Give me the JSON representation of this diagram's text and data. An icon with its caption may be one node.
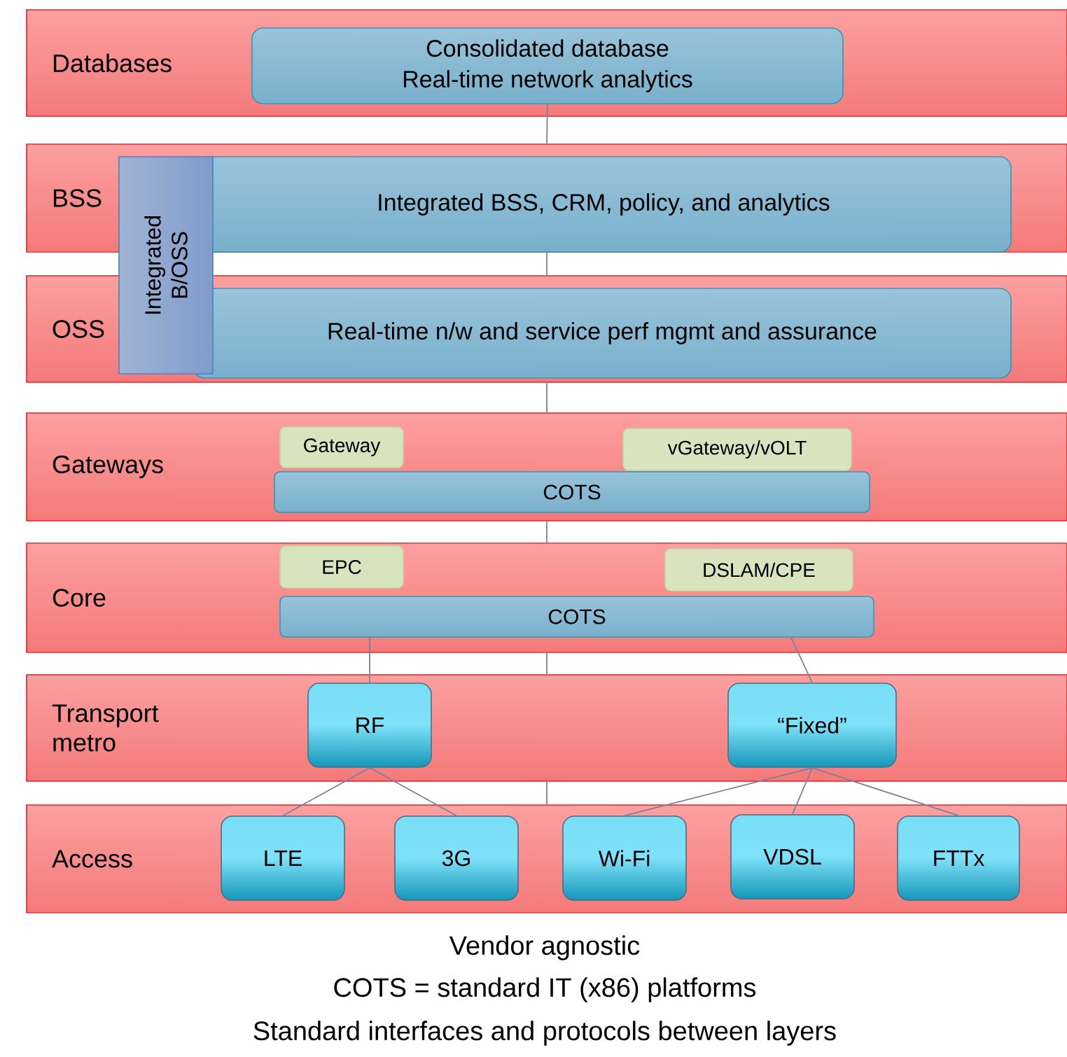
{
  "diagram": {
    "nodes": [
      {
        "text": [
          "Databases"
        ]
      },
      {
        "text": [
          "Consolidated database",
          "Real-time network analytics"
        ],
        "in": 0
      },
      {
        "text": [
          "BSS"
        ]
      },
      {
        "text": [
          "Integrated BSS, CRM, policy, and analytics"
        ],
        "in": 2
      },
      {
        "text": [
          "OSS"
        ]
      },
      {
        "text": [
          "Real-time n/w and service perf mgmt and assurance"
        ],
        "in": 4
      },
      {
        "text": [
          "Integrated B/OSS"
        ]
      },
      {
        "text": [
          "Gateways"
        ]
      },
      {
        "text": [
          "Gateway"
        ],
        "in": 7
      },
      {
        "text": [
          "vGateway/vOLT"
        ],
        "in": 7
      },
      {
        "text": [
          "COTS"
        ],
        "in": 7
      },
      {
        "text": [
          "Core"
        ]
      },
      {
        "text": [
          "EPC"
        ],
        "in": 11
      },
      {
        "text": [
          "DSLAM/CPE"
        ],
        "in": 11
      },
      {
        "text": [
          "COTS"
        ],
        "in": 11
      },
      {
        "text": [
          "Transport metro"
        ]
      },
      {
        "text": [
          "RF"
        ],
        "in": 15
      },
      {
        "text": [
          "“Fixed”"
        ],
        "in": 15
      },
      {
        "text": [
          "Access"
        ]
      },
      {
        "text": [
          "LTE"
        ],
        "in": 18
      },
      {
        "text": [
          "3G"
        ],
        "in": 18
      },
      {
        "text": [
          "Wi-Fi"
        ],
        "in": 18
      },
      {
        "text": [
          "VDSL"
        ],
        "in": 18
      },
      {
        "text": [
          "FTTx"
        ],
        "in": 18
      }
    ],
    "edges": [
      {
        "from": 1,
        "to": 2,
        "arrow": "none"
      },
      {
        "from": 2,
        "to": 4,
        "arrow": "none"
      },
      {
        "from": 4,
        "to": 7,
        "arrow": "none"
      },
      {
        "from": 7,
        "to": 11,
        "arrow": "none"
      },
      {
        "from": 11,
        "to": 15,
        "arrow": "none"
      },
      {
        "from": 15,
        "to": 18,
        "arrow": "none"
      },
      {
        "from": 14,
        "to": 16,
        "arrow": "none"
      },
      {
        "from": 14,
        "to": 17,
        "arrow": "none"
      },
      {
        "from": 16,
        "to": 19,
        "arrow": "none"
      },
      {
        "from": 16,
        "to": 20,
        "arrow": "none"
      },
      {
        "from": 17,
        "to": 21,
        "arrow": "none"
      },
      {
        "from": 17,
        "to": 22,
        "arrow": "none"
      },
      {
        "from": 17,
        "to": 23,
        "arrow": "none"
      }
    ],
    "labels": [
      "Vendor agnostic",
      "COTS = standard IT (x86) platforms",
      "Standard interfaces and protocols between layers"
    ]
  }
}
